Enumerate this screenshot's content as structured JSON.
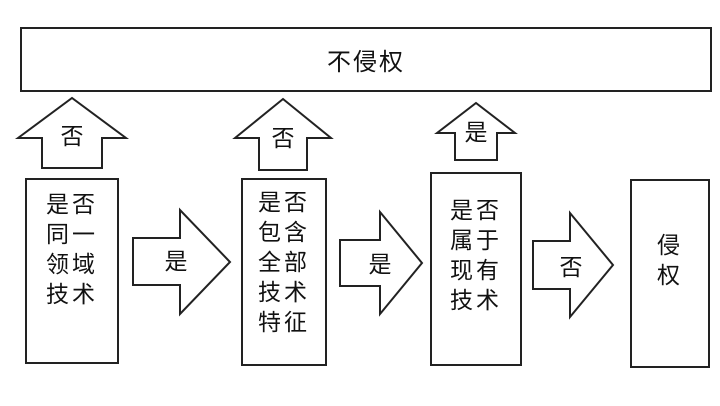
{
  "top": {
    "label": "不侵权"
  },
  "steps": [
    {
      "lines": [
        "是否",
        "同一",
        "领域",
        "技术"
      ]
    },
    {
      "lines": [
        "是否",
        "包含",
        "全部",
        "技术",
        "特征"
      ]
    },
    {
      "lines": [
        "是否",
        "属于",
        "现有",
        "技术"
      ]
    },
    {
      "lines": [
        "侵",
        "权"
      ]
    }
  ],
  "up_arrows": [
    {
      "label": "否"
    },
    {
      "label": "否"
    },
    {
      "label": "是"
    }
  ],
  "right_arrows": [
    {
      "label": "是"
    },
    {
      "label": "是"
    },
    {
      "label": "否"
    }
  ]
}
